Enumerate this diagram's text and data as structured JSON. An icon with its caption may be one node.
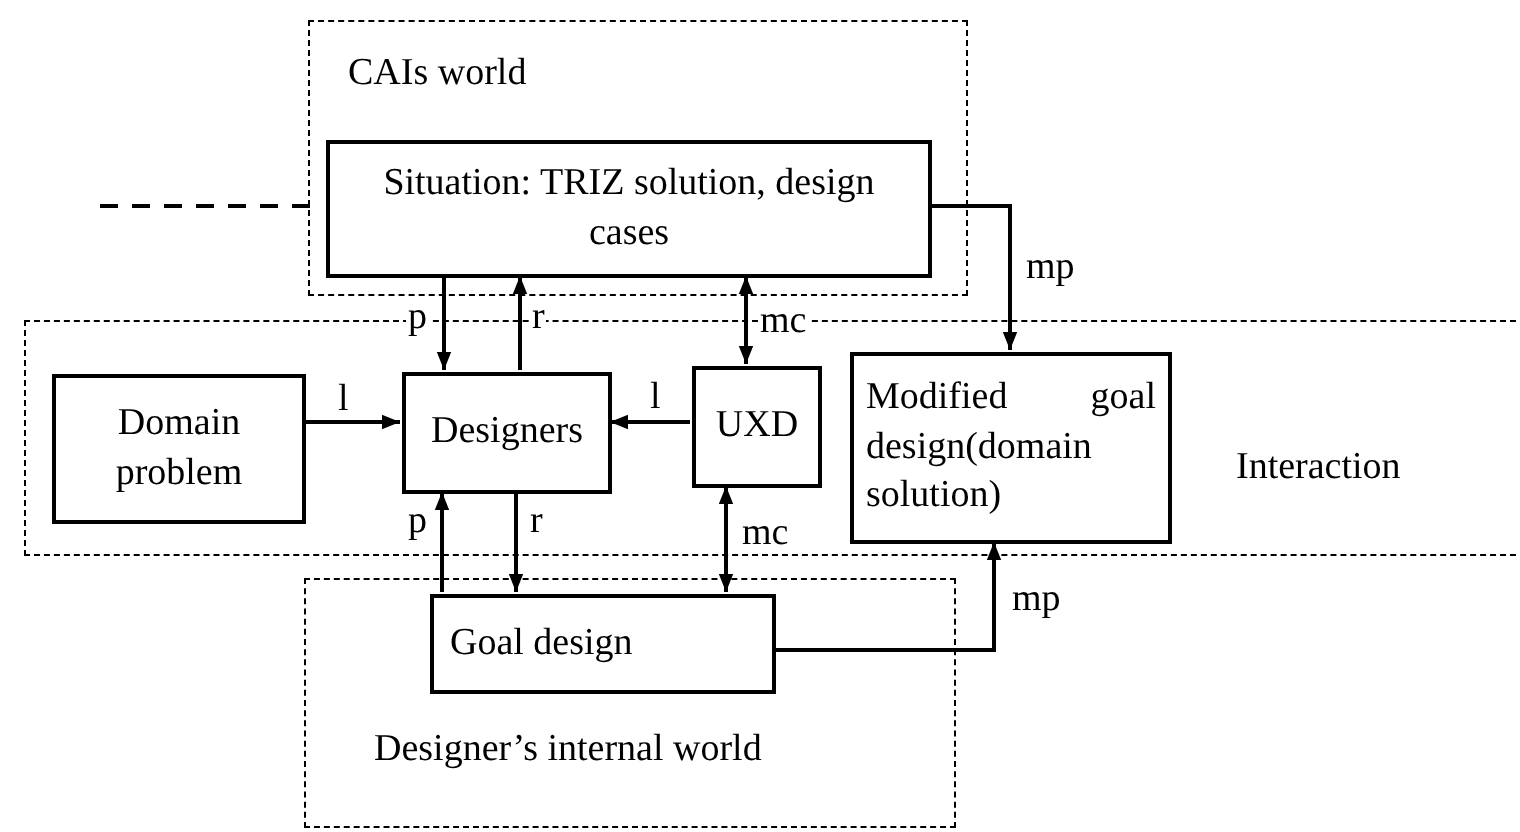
{
  "diagram": {
    "nodes": [
      {
        "text": [
          "CAIs world"
        ]
      },
      {
        "text": [
          "Situation: TRIZ solution, design cases"
        ],
        "in": 0
      },
      {
        "text": [
          "Interaction"
        ]
      },
      {
        "text": [
          "Domain problem"
        ],
        "in": 2
      },
      {
        "text": [
          "Designers"
        ],
        "in": 2
      },
      {
        "text": [
          "UXD"
        ],
        "in": 2
      },
      {
        "text": [
          "Modified goal design(domain solution)"
        ],
        "in": 2
      },
      {
        "text": [
          "Designer’s internal world"
        ]
      },
      {
        "text": [
          "Goal design"
        ],
        "in": 7
      }
    ],
    "edges": [
      {
        "from": 1,
        "to": 4,
        "arrow": "to",
        "label": "p"
      },
      {
        "from": 4,
        "to": 1,
        "arrow": "to",
        "label": "r"
      },
      {
        "from": 1,
        "to": 5,
        "arrow": "both",
        "label": "mc"
      },
      {
        "from": 1,
        "to": 6,
        "arrow": "to",
        "label": "mp"
      },
      {
        "from": 3,
        "to": 4,
        "arrow": "to",
        "label": "l"
      },
      {
        "from": 5,
        "to": 4,
        "arrow": "to",
        "label": "l"
      },
      {
        "from": 8,
        "to": 4,
        "arrow": "to",
        "label": "p"
      },
      {
        "from": 4,
        "to": 8,
        "arrow": "to",
        "label": "r"
      },
      {
        "from": 5,
        "to": 8,
        "arrow": "both",
        "label": "mc"
      },
      {
        "from": 8,
        "to": 6,
        "arrow": "to",
        "label": "mp"
      },
      {
        "from": null,
        "to": 1,
        "arrow": "none",
        "style": "dashed"
      }
    ]
  }
}
